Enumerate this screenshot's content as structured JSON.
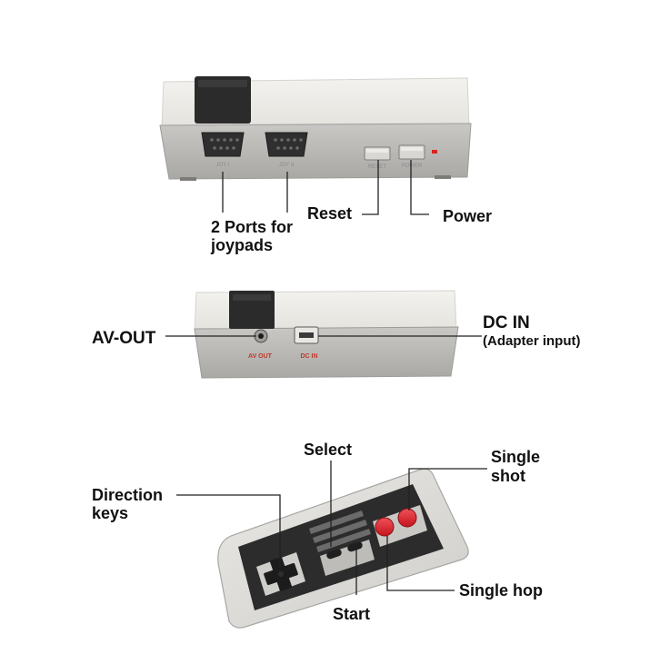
{
  "colors": {
    "shell_light": "#ecebe6",
    "shell_dark": "#b9b8b5",
    "cap_black": "#2b2b2b",
    "button_red": "#e0232b",
    "led_red": "#d9231f",
    "label_red": "#c0392b"
  },
  "labels": {
    "ports": [
      "2 Ports for",
      "joypads"
    ],
    "reset": "Reset",
    "power": "Power",
    "av_out": "AV-OUT",
    "dc_in": "DC IN",
    "dc_in_sub": "(Adapter input)",
    "select": "Select",
    "start": "Start",
    "direction": [
      "Direction",
      "keys"
    ],
    "single_shot": [
      "Single",
      "shot"
    ],
    "single_hop": "Single hop"
  },
  "device_text": {
    "av_out_print": "AV OUT",
    "dc_in_print": "DC IN",
    "port1_print": "JOY I",
    "port2_print": "JOY II",
    "reset_print": "RESET",
    "power_print": "POWER"
  }
}
